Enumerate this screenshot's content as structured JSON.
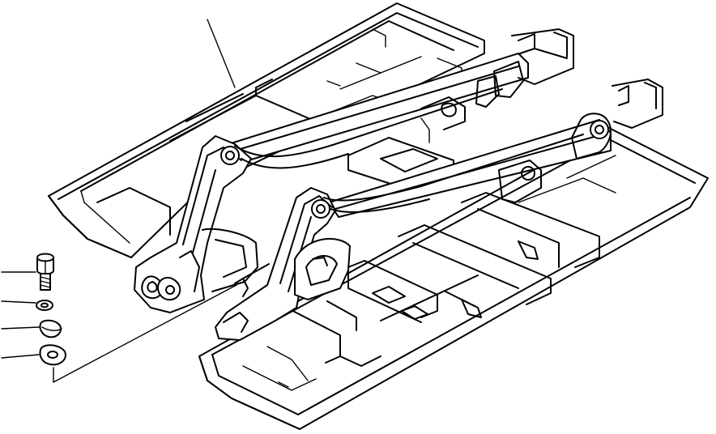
{
  "diagram": {
    "type": "exploded-parts-view",
    "subject": "machine-frame",
    "callouts": [
      {
        "target": "frame-side-deck"
      },
      {
        "target": "bolt"
      },
      {
        "target": "lock-washer"
      },
      {
        "target": "plate-washer"
      },
      {
        "target": "shim-plate"
      }
    ],
    "colors": {
      "background": "#ffffff",
      "line": "#000000"
    }
  }
}
